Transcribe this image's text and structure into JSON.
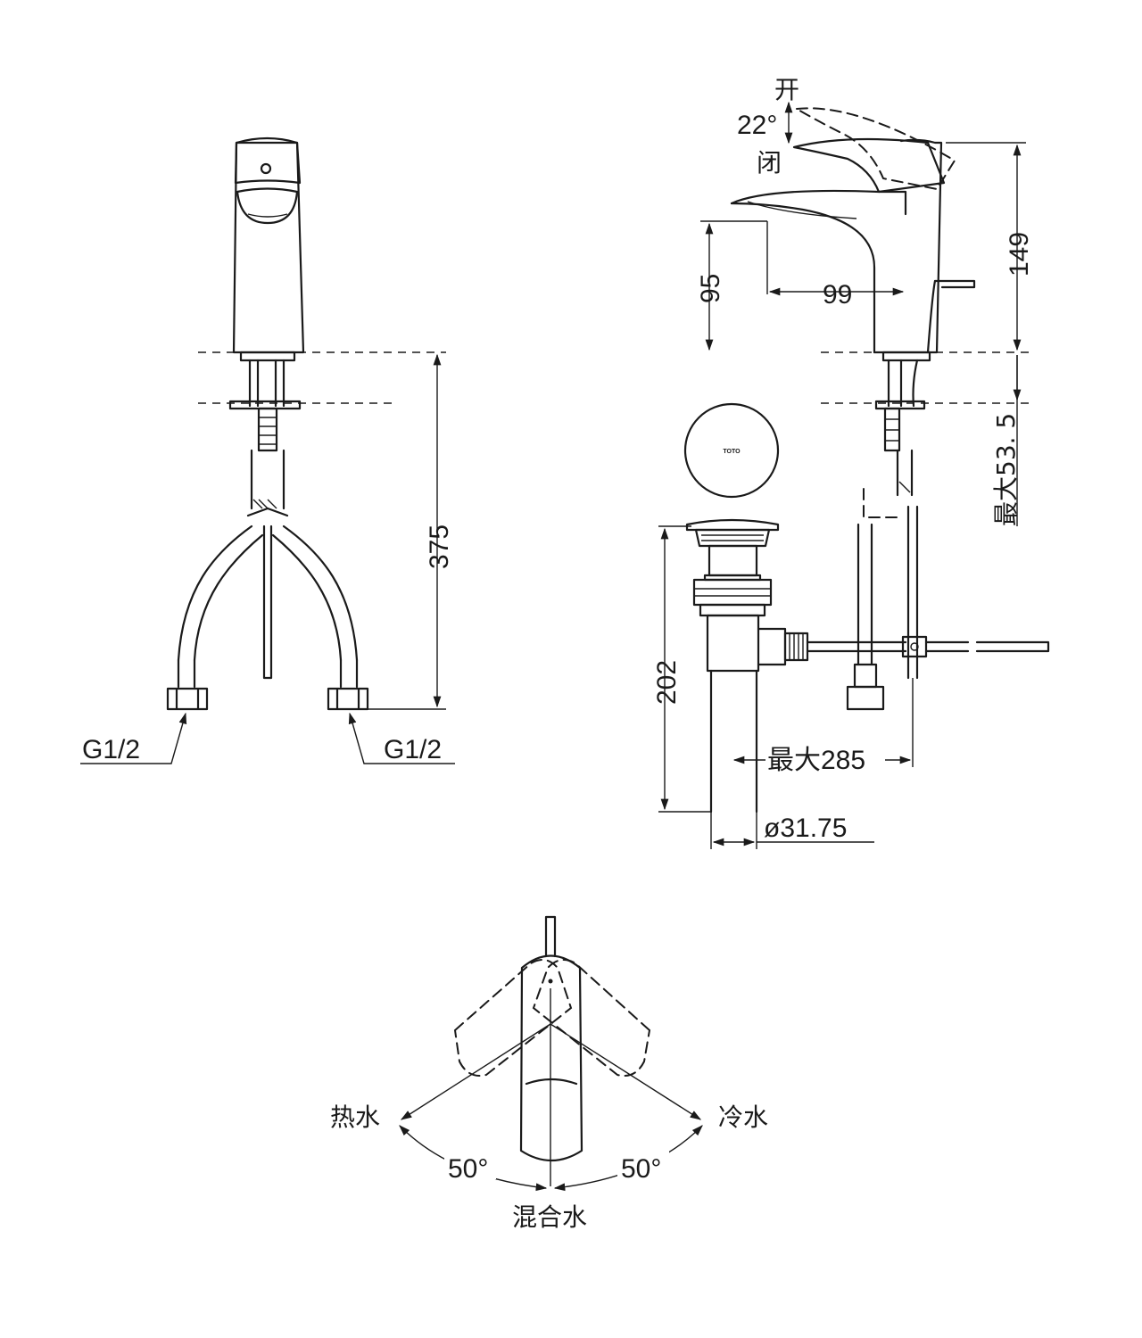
{
  "front_view": {
    "dim_height": "375",
    "inlet_left": "G1/2",
    "inlet_right": "G1/2"
  },
  "side_view": {
    "handle_open": "开",
    "handle_angle": "22°",
    "handle_closed": "闭",
    "dim_total_height": "149",
    "dim_spout_height": "95",
    "dim_spout_reach": "99",
    "dim_max_deck": "最大53. 5",
    "logo_text": "TOTO"
  },
  "drain_view": {
    "dim_drain_height": "202",
    "dim_max_rod": "最大285",
    "dim_pipe_diameter": "ø31.75"
  },
  "top_view": {
    "hot_label": "热水",
    "cold_label": "冷水",
    "angle_left": "50°",
    "angle_right": "50°",
    "mixed_label": "混合水"
  }
}
